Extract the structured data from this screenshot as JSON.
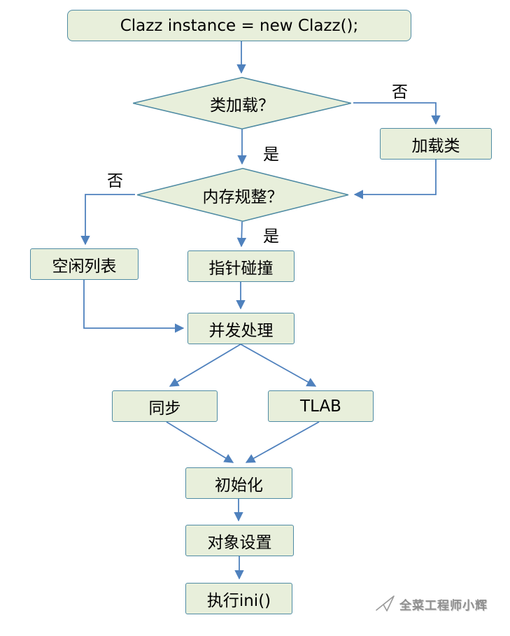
{
  "diagram": {
    "nodes": {
      "start": {
        "label": "Clazz instance = new Clazz();"
      },
      "class_loaded": {
        "label": "类加载？"
      },
      "load_class": {
        "label": "加载类"
      },
      "memory_regular": {
        "label": "内存规整？"
      },
      "free_list": {
        "label": "空闲列表"
      },
      "pointer_bump": {
        "label": "指针碰撞"
      },
      "concurrent": {
        "label": "并发处理"
      },
      "sync": {
        "label": "同步"
      },
      "tlab": {
        "label": "TLAB"
      },
      "init": {
        "label": "初始化"
      },
      "object_setup": {
        "label": "对象设置"
      },
      "exec_ini": {
        "label": "执行ini()"
      }
    },
    "edge_labels": {
      "class_loaded_no": "否",
      "class_loaded_yes": "是",
      "memory_no": "否",
      "memory_yes": "是"
    },
    "colors": {
      "node_fill": "#e8efdb",
      "node_border": "#4f8ba3",
      "arrow": "#4f81bd",
      "watermark": "#8f8f8f"
    },
    "watermark": {
      "text": "全菜工程师小辉"
    }
  }
}
